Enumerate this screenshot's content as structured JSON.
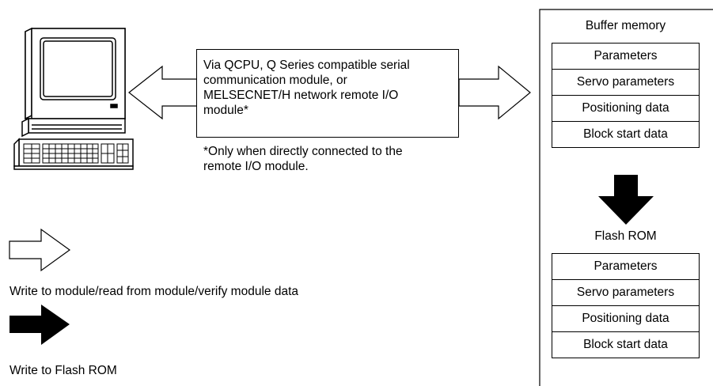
{
  "via_box": {
    "text": "Via QCPU, Q Series compatible serial\ncommunication module, or\nMELSECNET/H network remote I/O\nmodule*"
  },
  "footnote": {
    "line1": "*Only when directly connected to the",
    "line2": "remote I/O module."
  },
  "buffer_memory": {
    "title": "Buffer memory",
    "items": [
      "Parameters",
      "Servo parameters",
      "Positioning data",
      "Block start data"
    ]
  },
  "flash_rom": {
    "title": "Flash ROM",
    "items": [
      "Parameters",
      "Servo parameters",
      "Positioning data",
      "Block start data"
    ]
  },
  "legend": {
    "white_arrow_label": "Write to module/read from module/verify module data",
    "black_arrow_label": "Write to Flash ROM"
  },
  "icons": {
    "computer": "desktop-computer-icon",
    "white_arrow": "hollow-arrow-icon",
    "black_arrow": "solid-arrow-icon"
  }
}
